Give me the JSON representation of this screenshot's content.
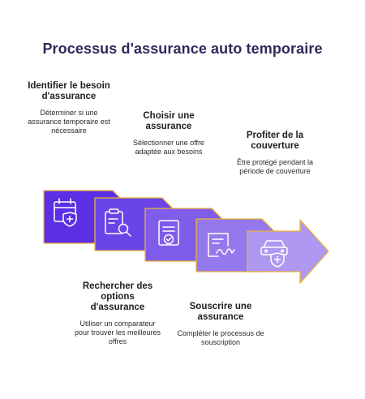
{
  "title": "Processus d'assurance auto temporaire",
  "steps": [
    {
      "title": "Identifier le besoin d'assurance",
      "desc": "Déterminer si une assurance temporaire est nécessaire",
      "icon": "calendar-shield-icon",
      "color": "#5b2fe3"
    },
    {
      "title": "Rechercher des options d'assurance",
      "desc": "Utiliser un comparateur pour trouver les meilleures offres",
      "icon": "clipboard-search-icon",
      "color": "#6a44e6"
    },
    {
      "title": "Choisir une assurance",
      "desc": "Sélectionner une offre adaptée aux besoins",
      "icon": "document-check-icon",
      "color": "#7f5ce9"
    },
    {
      "title": "Souscrire une assurance",
      "desc": "Compléter le processus de souscription",
      "icon": "contract-signature-icon",
      "color": "#9678ed"
    },
    {
      "title": "Profiter de la couverture",
      "desc": "Être protégé pendant la période de couverture",
      "icon": "car-shield-icon",
      "color": "#ae98f1"
    }
  ],
  "colors": {
    "border": "#e9b23c",
    "title": "#2e2a5a"
  }
}
